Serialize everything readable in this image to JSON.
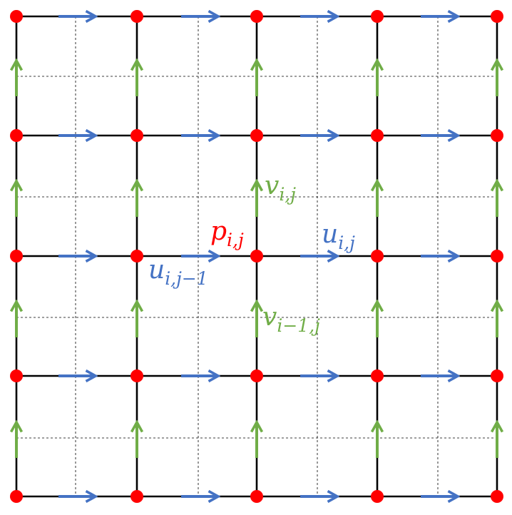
{
  "colors": {
    "grid_line": "#000000",
    "dashed_line": "#000000",
    "pressure_node": "#ff0000",
    "u_arrow": "#4472c4",
    "v_arrow": "#70ad47",
    "p_label": "#ff0000",
    "u_label": "#4472c4",
    "v_label": "#70ad47"
  },
  "grid": {
    "node_count_x": 5,
    "node_count_y": 5
  },
  "labels": {
    "p_ij": {
      "base": "p",
      "sub": "i,j"
    },
    "u_ij": {
      "base": "u",
      "sub": "i,j"
    },
    "u_ijm1": {
      "base": "u",
      "sub": "i,j−1"
    },
    "v_ij": {
      "base": "v",
      "sub": "i,j"
    },
    "v_im1j": {
      "base": "v",
      "sub": "i−1,j"
    }
  }
}
